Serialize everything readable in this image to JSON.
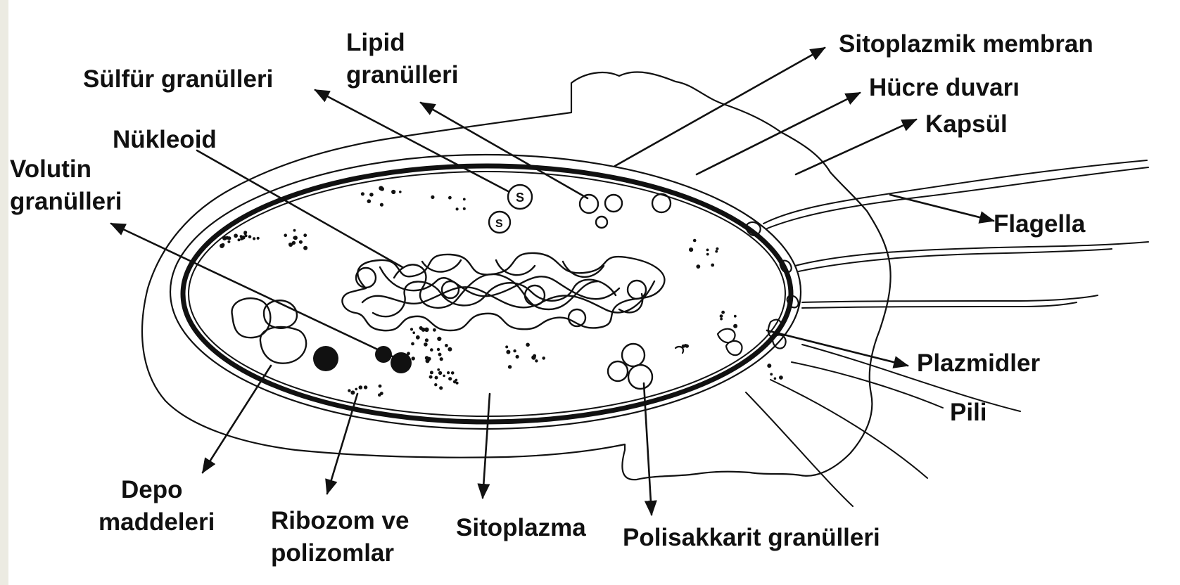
{
  "colors": {
    "ink": "#111111",
    "paper": "#ffffff",
    "edge": "#ecebe2"
  },
  "labels": {
    "sulfur": "Sülfür granülleri",
    "lipid_1": "Lipid",
    "lipid_2": "granülleri",
    "nucleoid": "Nükleoid",
    "volutin_1": "Volutin",
    "volutin_2": "granülleri",
    "cyto_membrane": "Sitoplazmik membran",
    "cell_wall": "Hücre duvarı",
    "capsule": "Kapsül",
    "flagella": "Flagella",
    "plasmids": "Plazmidler",
    "pili": "Pili",
    "depot_1": "Depo",
    "depot_2": "maddeleri",
    "ribosome_1": "Ribozom ve",
    "ribosome_2": "polizomlar",
    "cytoplasm": "Sitoplazma",
    "polysaccharide": "Polisakkarit granülleri",
    "granule_s": "S"
  }
}
